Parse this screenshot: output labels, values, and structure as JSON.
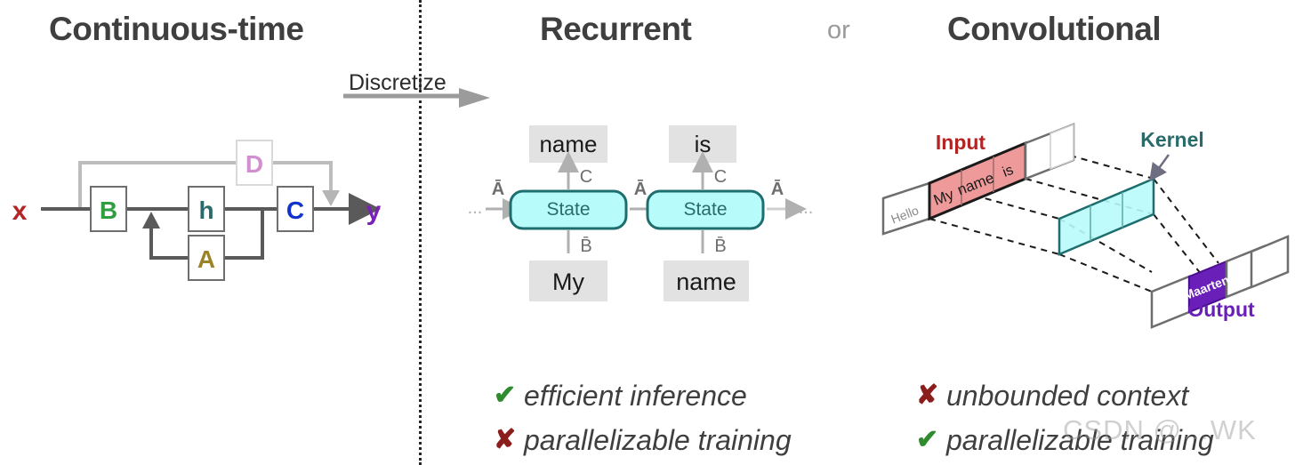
{
  "titles": {
    "left": "Continuous-time",
    "middle": "Recurrent",
    "right": "Convolutional",
    "connector": "or"
  },
  "transition": {
    "label": "Discretize"
  },
  "continuous_diagram": {
    "input_label": "x",
    "output_label": "y",
    "blocks": [
      {
        "id": "B",
        "label": "B",
        "color": "#2e9e3f"
      },
      {
        "id": "h",
        "label": "h",
        "color": "#2b6a6a"
      },
      {
        "id": "C",
        "label": "C",
        "color": "#1133cc"
      },
      {
        "id": "A",
        "label": "A",
        "color": "#9a8326"
      },
      {
        "id": "D",
        "label": "D",
        "color": "#d18fd1"
      }
    ],
    "input_color": "#b32424",
    "output_color": "#7a1fb8"
  },
  "recurrent_diagram": {
    "ellipsis_left": "...",
    "ellipsis_right": "...",
    "cells": [
      {
        "state_label": "State",
        "output_token": "name",
        "input_token": "My",
        "up_edge_label": "C",
        "down_edge_label": "B̄",
        "recurrent_label": "Ā"
      },
      {
        "state_label": "State",
        "output_token": "is",
        "input_token": "name",
        "up_edge_label": "C",
        "down_edge_label": "B̄",
        "recurrent_label": "Ā"
      }
    ],
    "tail_recurrent_label": "Ā",
    "state_fill": "#b8fbfb",
    "state_stroke": "#1f6e6e",
    "token_fill": "#e2e2e2"
  },
  "conv_diagram": {
    "input_label": "Input",
    "kernel_label": "Kernel",
    "output_label": "Output",
    "input_tokens": [
      "Hello",
      "My",
      "name",
      "is"
    ],
    "input_highlight": [
      "My",
      "name",
      "is"
    ],
    "output_token": "Maarten",
    "input_color": "#b32424",
    "input_fill": "#ef9a9a",
    "kernel_color": "#2b6a6a",
    "kernel_fill": "#b8fbfb",
    "output_color": "#6a1fb8",
    "output_fill": "#6a1fb8"
  },
  "bullets": {
    "recurrent": [
      {
        "mark": "✔",
        "state": "yes",
        "text": "efficient inference"
      },
      {
        "mark": "✘",
        "state": "no",
        "text": "parallelizable training"
      }
    ],
    "convolutional": [
      {
        "mark": "✘",
        "state": "no",
        "text": "unbounded context"
      },
      {
        "mark": "✔",
        "state": "yes",
        "text": "parallelizable training"
      }
    ]
  },
  "watermark": {
    "text": "CSDN @…WK"
  }
}
